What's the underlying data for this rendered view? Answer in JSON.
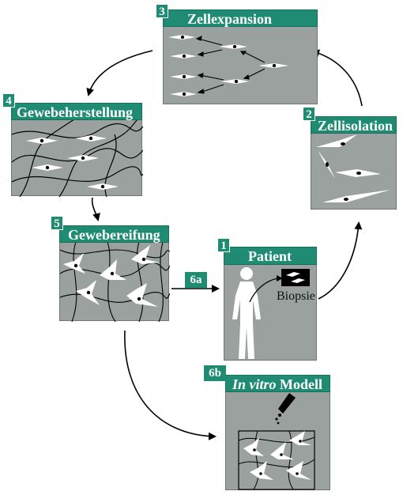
{
  "steps": {
    "s1": {
      "number": "1",
      "title": "Patient"
    },
    "s2": {
      "number": "2",
      "title": "Zellisolation"
    },
    "s3": {
      "number": "3",
      "title": "Zellexpansion"
    },
    "s4": {
      "number": "4",
      "title": "Gewebeherstellung"
    },
    "s5": {
      "number": "5",
      "title": "Gewebereifung"
    },
    "s6a": {
      "label": "6a"
    },
    "s6b": {
      "label": "6b",
      "title_italic": "In vitro",
      "title_rest": " Modell"
    }
  },
  "biopsy_label": "Biopsie",
  "colors": {
    "header": "#1f8b72",
    "panel": "#9aa19e",
    "arrow": "#000000"
  }
}
